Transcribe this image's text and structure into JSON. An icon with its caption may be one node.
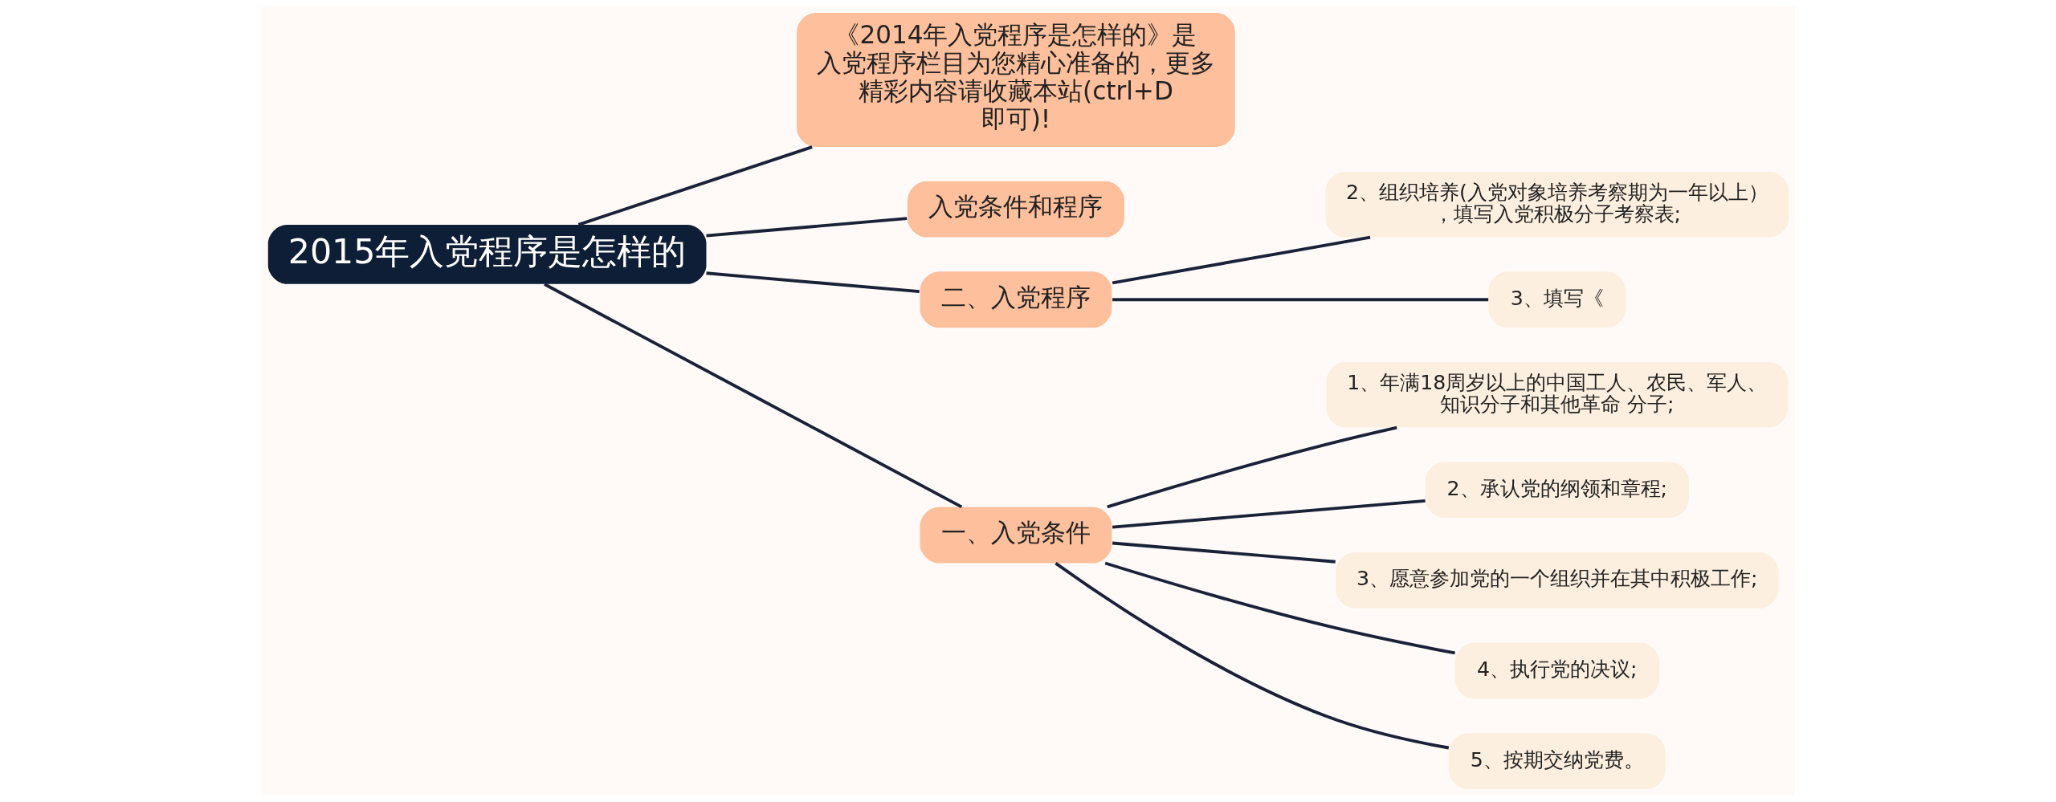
{
  "diagram": {
    "nodes": [
      {
        "text": [
          "2015年入党程序是怎样的"
        ]
      },
      {
        "text": [
          "《2014年入党程序是怎样的》是入党程序栏目为您精心准备的，更多精彩内容请收藏本站(ctrl+D即可)!"
        ]
      },
      {
        "text": [
          "入党条件和程序"
        ]
      },
      {
        "text": [
          "二、入党程序"
        ]
      },
      {
        "text": [
          "2、组织培养(入党对象培养考察期为一年以上），填写入党积极分子考察表;"
        ]
      },
      {
        "text": [
          "3、填写《"
        ]
      },
      {
        "text": [
          "一、入党条件"
        ]
      },
      {
        "text": [
          "1、年满18周岁以上的中国工人、农民、军人、知识分子和其他革命 分子;"
        ]
      },
      {
        "text": [
          "2、承认党的纲领和章程;"
        ]
      },
      {
        "text": [
          "3、愿意参加党的一个组织并在其中积极工作;"
        ]
      },
      {
        "text": [
          "4、执行党的决议;"
        ]
      },
      {
        "text": [
          "5、按期交纳党费。"
        ]
      }
    ],
    "edges": [
      {
        "from": 0,
        "to": 1,
        "arrow": "none"
      },
      {
        "from": 0,
        "to": 2,
        "arrow": "none"
      },
      {
        "from": 0,
        "to": 3,
        "arrow": "none"
      },
      {
        "from": 3,
        "to": 4,
        "arrow": "none"
      },
      {
        "from": 3,
        "to": 5,
        "arrow": "none"
      },
      {
        "from": 0,
        "to": 6,
        "arrow": "none"
      },
      {
        "from": 6,
        "to": 7,
        "arrow": "none"
      },
      {
        "from": 6,
        "to": 8,
        "arrow": "none"
      },
      {
        "from": 6,
        "to": 9,
        "arrow": "none"
      },
      {
        "from": 6,
        "to": 10,
        "arrow": "none"
      },
      {
        "from": 6,
        "to": 11,
        "arrow": "none"
      }
    ]
  }
}
